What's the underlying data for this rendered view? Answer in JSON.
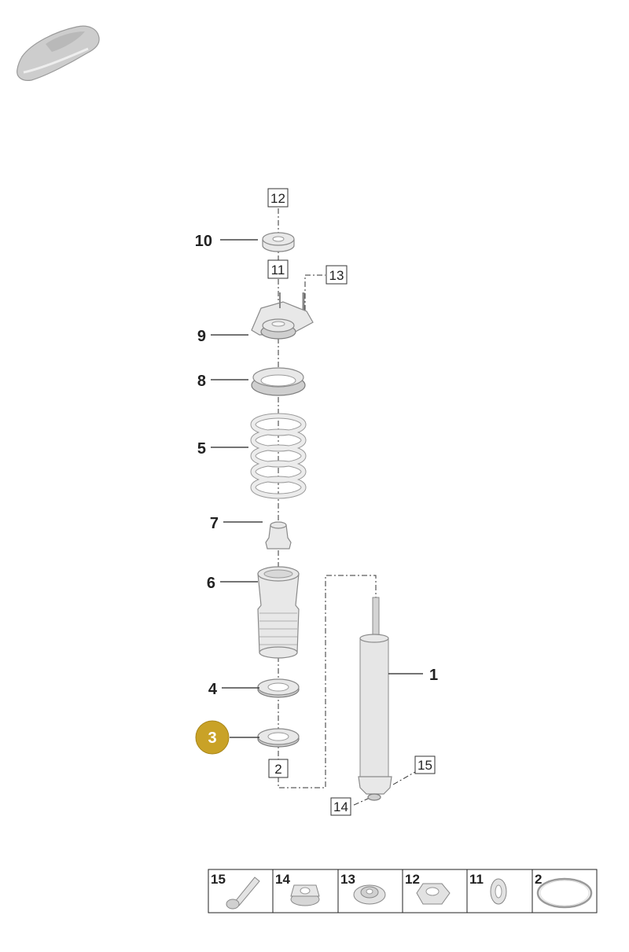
{
  "diagram": {
    "vehicle_icon": "car-silhouette-icon",
    "highlight_color": "#c9a227",
    "callouts": [
      "10",
      "9",
      "8",
      "5",
      "7",
      "6",
      "4",
      "3",
      "1"
    ],
    "highlighted_callout": "3",
    "ref_boxes": [
      "12",
      "11",
      "13",
      "2",
      "15",
      "14"
    ],
    "legend": [
      {
        "number": "15",
        "icon": "bolt-icon"
      },
      {
        "number": "14",
        "icon": "hex-flange-nut-icon"
      },
      {
        "number": "13",
        "icon": "flange-nut-icon"
      },
      {
        "number": "12",
        "icon": "hex-nut-icon"
      },
      {
        "number": "11",
        "icon": "washer-icon"
      },
      {
        "number": "2",
        "icon": "retaining-ring-icon"
      }
    ]
  }
}
